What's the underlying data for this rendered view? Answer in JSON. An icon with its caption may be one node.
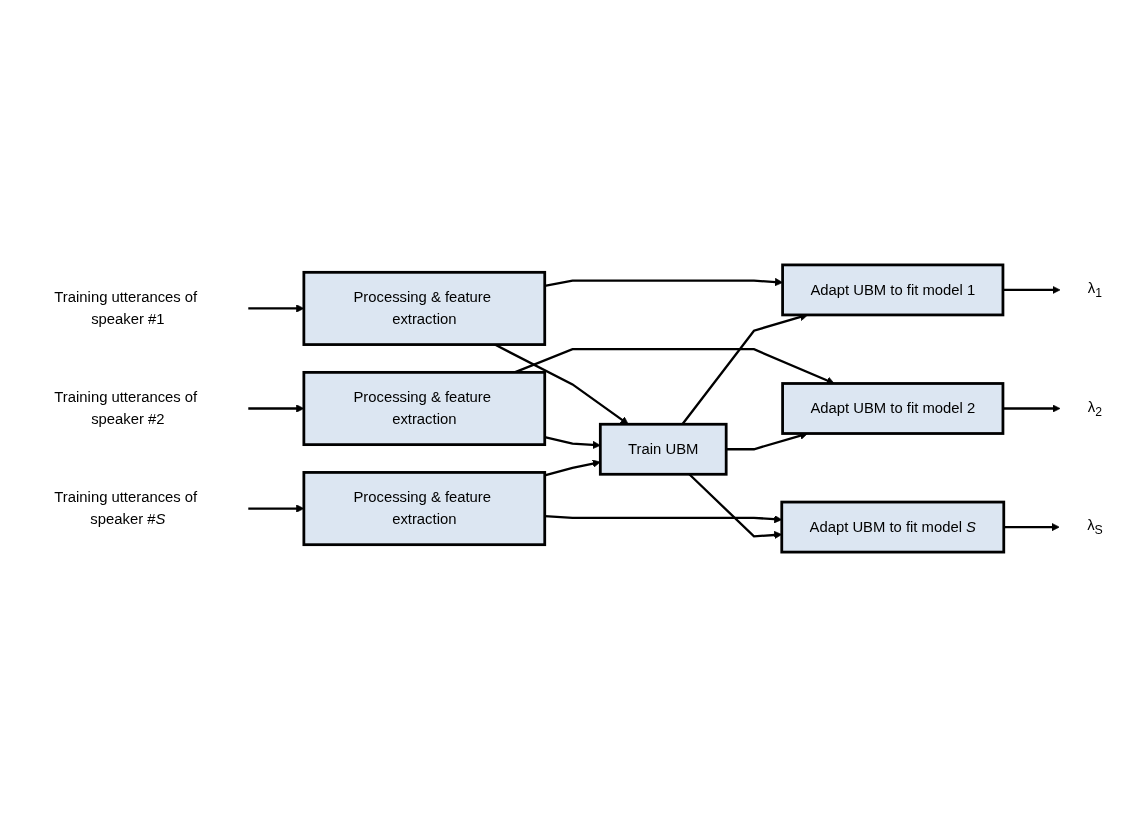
{
  "diagram": {
    "nodes": [
      {
        "text": [
          "Training utterances of speaker #1"
        ]
      },
      {
        "text": [
          "Processing & feature extraction"
        ]
      },
      {
        "text": [
          "Adapt UBM to fit model 1"
        ]
      },
      {
        "text": [
          "λ$_{1}$"
        ]
      },
      {
        "text": [
          "Training utterances of speaker #2"
        ]
      },
      {
        "text": [
          "Processing & feature extraction"
        ]
      },
      {
        "text": [
          "Adapt UBM to fit model 2"
        ]
      },
      {
        "text": [
          "λ$_{2}$"
        ]
      },
      {
        "text": [
          "Training utterances of speaker #*S*"
        ]
      },
      {
        "text": [
          "Processing & feature extraction"
        ]
      },
      {
        "text": [
          "Adapt UBM to fit model *S*"
        ]
      },
      {
        "text": [
          "λ$_{S}$"
        ]
      },
      {
        "text": [
          "Train UBM"
        ]
      }
    ],
    "edges": [
      {
        "from": 0,
        "to": 1,
        "arrow": "to"
      },
      {
        "from": 1,
        "to": 2,
        "arrow": "to"
      },
      {
        "from": 2,
        "to": 3,
        "arrow": "to"
      },
      {
        "from": 4,
        "to": 5,
        "arrow": "to"
      },
      {
        "from": 5,
        "to": 6,
        "arrow": "to"
      },
      {
        "from": 6,
        "to": 7,
        "arrow": "to"
      },
      {
        "from": 8,
        "to": 9,
        "arrow": "to"
      },
      {
        "from": 9,
        "to": 10,
        "arrow": "to"
      },
      {
        "from": 10,
        "to": 11,
        "arrow": "to"
      },
      {
        "from": 1,
        "to": 12,
        "arrow": "to"
      },
      {
        "from": 5,
        "to": 12,
        "arrow": "to"
      },
      {
        "from": 9,
        "to": 12,
        "arrow": "to"
      },
      {
        "from": 12,
        "to": 2,
        "arrow": "to"
      },
      {
        "from": 12,
        "to": 6,
        "arrow": "to"
      },
      {
        "from": 12,
        "to": 10,
        "arrow": "to"
      }
    ]
  }
}
